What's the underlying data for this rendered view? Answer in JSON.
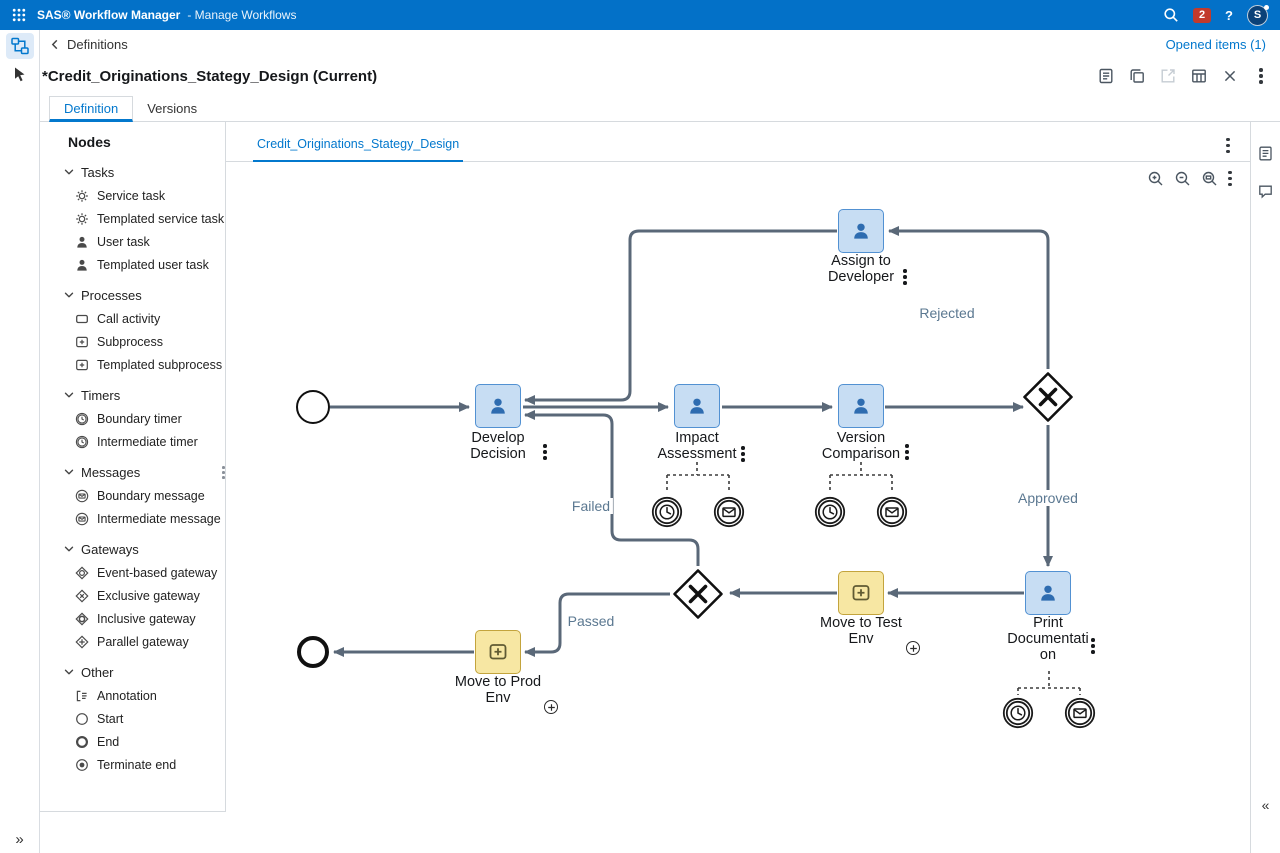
{
  "colors": {
    "app_bar": "#0371c8",
    "accent_blue": "#0378cd",
    "task_fill": "#c7ddf3",
    "task_border": "#5291d2",
    "task_icon": "#2e6cb0",
    "subprocess_fill": "#f7e7a3",
    "subprocess_border": "#c3a43d",
    "edge": "#5a6878",
    "edge_label": "#5b7891",
    "badge_red": "#c23a2c"
  },
  "icons": {
    "expand": "»",
    "collapse": "«"
  },
  "app_bar": {
    "product": "SAS® Workflow Manager",
    "section": "- Manage Workflows",
    "badge_count": "2",
    "help": "?",
    "avatar": "S"
  },
  "toolbar_row": {
    "back_label": "Definitions",
    "opened_items": "Opened items (1)"
  },
  "page": {
    "title": "*Credit_Originations_Stategy_Design (Current)"
  },
  "tabs": {
    "definition": "Definition",
    "versions": "Versions"
  },
  "nodes_panel": {
    "title": "Nodes",
    "sections": [
      {
        "label": "Tasks",
        "items": [
          {
            "label": "Service task",
            "icon": "gear"
          },
          {
            "label": "Templated service task",
            "icon": "gear"
          },
          {
            "label": "User task",
            "icon": "user"
          },
          {
            "label": "Templated user task",
            "icon": "user"
          }
        ]
      },
      {
        "label": "Processes",
        "items": [
          {
            "label": "Call activity",
            "icon": "rectangle"
          },
          {
            "label": "Subprocess",
            "icon": "rectangle-plus"
          },
          {
            "label": "Templated subprocess",
            "icon": "rectangle-plus"
          }
        ]
      },
      {
        "label": "Timers",
        "items": [
          {
            "label": "Boundary timer",
            "icon": "clock"
          },
          {
            "label": "Intermediate timer",
            "icon": "clock"
          }
        ]
      },
      {
        "label": "Messages",
        "items": [
          {
            "label": "Boundary message",
            "icon": "envelope-circle"
          },
          {
            "label": "Intermediate message",
            "icon": "envelope-circle"
          }
        ]
      },
      {
        "label": "Gateways",
        "items": [
          {
            "label": "Event-based gateway",
            "icon": "diamond-circle"
          },
          {
            "label": "Exclusive gateway",
            "icon": "diamond-x"
          },
          {
            "label": "Inclusive gateway",
            "icon": "diamond-o"
          },
          {
            "label": "Parallel gateway",
            "icon": "diamond-plus"
          }
        ]
      },
      {
        "label": "Other",
        "items": [
          {
            "label": "Annotation",
            "icon": "annotation"
          },
          {
            "label": "Start",
            "icon": "circle"
          },
          {
            "label": "End",
            "icon": "circle-bold"
          },
          {
            "label": "Terminate end",
            "icon": "circle-dot"
          }
        ]
      }
    ]
  },
  "canvas": {
    "tab": "Credit_Originations_Stategy_Design"
  },
  "diagram": {
    "nodes": {
      "assign_developer": "Assign to Developer",
      "develop_decision": "Develop Decision",
      "impact_assessment": "Impact Assessment",
      "version_comparison": "Version Comparison",
      "print_documentation": "Print Documentation",
      "move_test": "Move to Test Env",
      "move_prod": "Move to Prod Env"
    },
    "edge_labels": {
      "rejected": "Rejected",
      "approved": "Approved",
      "failed": "Failed",
      "passed": "Passed"
    }
  }
}
